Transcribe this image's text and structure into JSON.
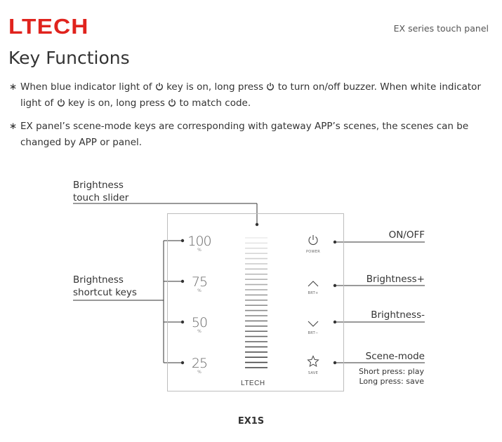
{
  "header": {
    "logo": "LTECH",
    "subtitle": "EX series touch panel",
    "title": "Key Functions"
  },
  "notes": {
    "n1_a": "When blue indicator light of",
    "n1_b": "key is on, long press",
    "n1_c": "to turn on/off buzzer. When white indicator",
    "n1_d": "light of",
    "n1_e": "key is on, long press",
    "n1_f": "to match code.",
    "n2_a": "EX panel’s scene-mode keys are corresponding with gateway APP’s scenes, the scenes can be",
    "n2_b": "changed by APP or panel.",
    "bullet": "∗"
  },
  "labels": {
    "slider_1": "Brightness",
    "slider_2": "touch slider",
    "shortcut_1": "Brightness",
    "shortcut_2": "shortcut keys",
    "onoff": "ON/OFF",
    "bright_plus": "Brightness+",
    "bright_minus": "Brightness-",
    "scene": "Scene-mode",
    "short_press": "Short press: play",
    "long_press": "Long press: save"
  },
  "panel": {
    "presets": [
      {
        "value": "100",
        "unit": "%"
      },
      {
        "value": "75",
        "unit": "%"
      },
      {
        "value": "50",
        "unit": "%"
      },
      {
        "value": "25",
        "unit": "%"
      }
    ],
    "keys": {
      "power": "POWER",
      "brt_plus": "BRT+",
      "brt_minus": "BRT−",
      "save": "SAVE"
    },
    "logo": "LTECH"
  },
  "model": "EX1S",
  "icons": [
    "power-icon",
    "chevron-up-icon",
    "chevron-down-icon",
    "star-icon"
  ],
  "colors": {
    "brand": "#e0231d"
  }
}
